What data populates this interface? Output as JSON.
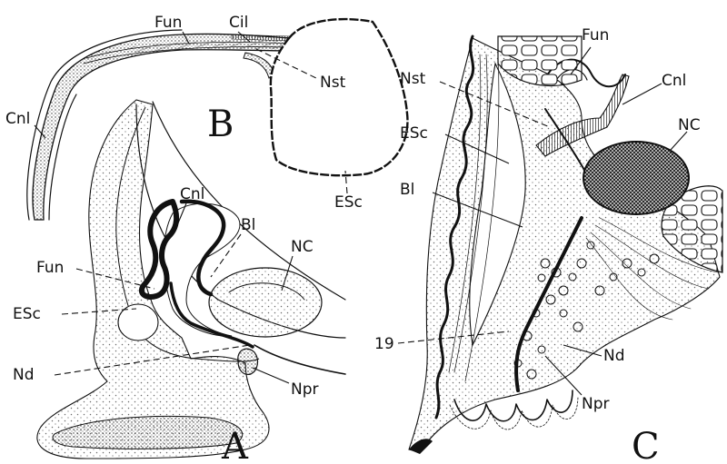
{
  "panels": {
    "a": "A",
    "b": "B",
    "c": "C"
  },
  "labels_a": {
    "cnl": "Cnl",
    "bl": "Bl",
    "nc": "NC",
    "fun": "Fun",
    "esc": "ESc",
    "nd": "Nd",
    "npr": "Npr"
  },
  "labels_b": {
    "fun": "Fun",
    "cil": "Cil",
    "nst": "Nst",
    "cnl": "Cnl",
    "esc": "ESc"
  },
  "labels_c": {
    "fun": "Fun",
    "nst": "Nst",
    "cnl": "Cnl",
    "esc": "ESc",
    "nc": "NC",
    "bl": "Bl",
    "n19": "19",
    "nd": "Nd",
    "npr": "Npr"
  },
  "colors": {
    "ink": "#111111",
    "paper": "#ffffff",
    "stipple": "#6a6a6a"
  }
}
